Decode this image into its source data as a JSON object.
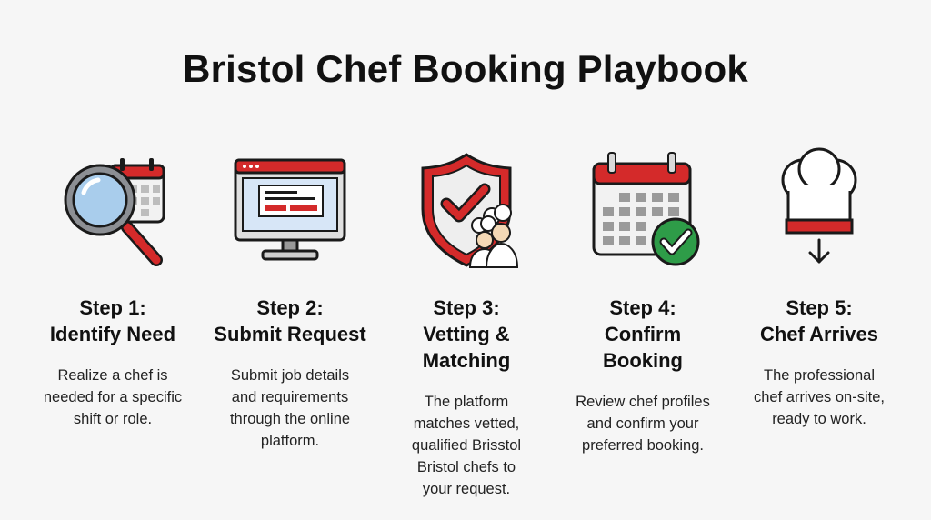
{
  "title": "Bristol Chef Booking Playbook",
  "steps": [
    {
      "number": "Step 1:",
      "name": "Identify Need",
      "description": "Realize a chef is\nneeded for a specific\nshift or role.",
      "icon": "magnifier-calendar-icon"
    },
    {
      "number": "Step 2:",
      "name": "Submit Request",
      "description": "Submit job details\nand requirements\nthrough the online\nplatform.",
      "icon": "computer-monitor-form-icon"
    },
    {
      "number": "Step 3:",
      "name": "Vetting &\nMatching",
      "description": "The platform\nmatches vetted,\nqualified Brisstol\nBristol chefs to\nyour request.",
      "icon": "shield-check-chefs-icon"
    },
    {
      "number": "Step 4:",
      "name": "Confirm\nBooking",
      "description": "Review chef profiles\nand confirm your\npreferred booking.",
      "icon": "calendar-check-icon"
    },
    {
      "number": "Step 5:",
      "name": "Chef Arrives",
      "description": "The professional\nchef arrives on-site,\nready to work.",
      "icon": "chef-hat-arrival-icon"
    }
  ],
  "colors": {
    "accent_red": "#d42a2a",
    "green": "#2e9c48",
    "outline": "#1a1a1a",
    "gray": "#c8c8c8",
    "screen_blue": "#d7e6f7"
  }
}
